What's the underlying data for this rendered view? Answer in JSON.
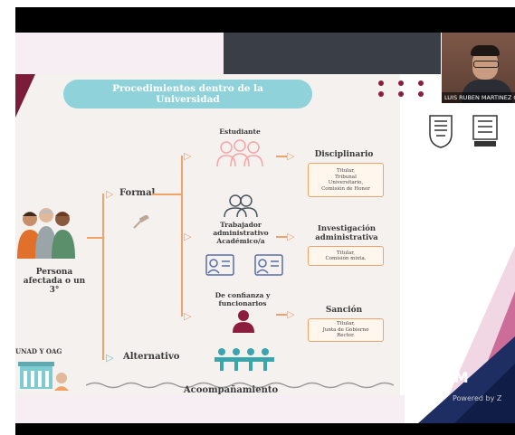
{
  "webcam": {
    "name": "LUIS RUBEN MARTINEZ GR"
  },
  "slide": {
    "title_line1": "Procedimientos dentro de la",
    "title_line2": "Universidad",
    "person_label_1": "Persona",
    "person_label_2": "afectada o un",
    "person_label_3": "3°",
    "formal": "Formal",
    "alternativo": "Alternativo",
    "acompanamiento": "Acoompañamiento",
    "unad": "UNAD Y OAG",
    "estudiante": "Estudiante",
    "trabajador_1": "Trabajador",
    "trabajador_2": "administrativo",
    "trabajador_3": "Académico/a",
    "confianza_1": "De confianza y",
    "confianza_2": "funcionarios",
    "disciplinario": "Disciplinario",
    "investigacion_1": "Investigación",
    "investigacion_2": "administrativa",
    "sancion": "Sanción",
    "box1": [
      "Titular,",
      "Tribunal",
      "Universitario,",
      "Comisión de Honor"
    ],
    "box2": [
      "Titular,",
      "Comisión mixta."
    ],
    "box3": [
      "Titular,",
      "Junta de Gobierno",
      "Rector."
    ]
  },
  "overlay": {
    "unam": "UNAM",
    "powered": "Powered by Z"
  },
  "colors": {
    "accent": "#8fd2d9",
    "orange": "#f2a268",
    "maroon": "#7b1d3a"
  }
}
